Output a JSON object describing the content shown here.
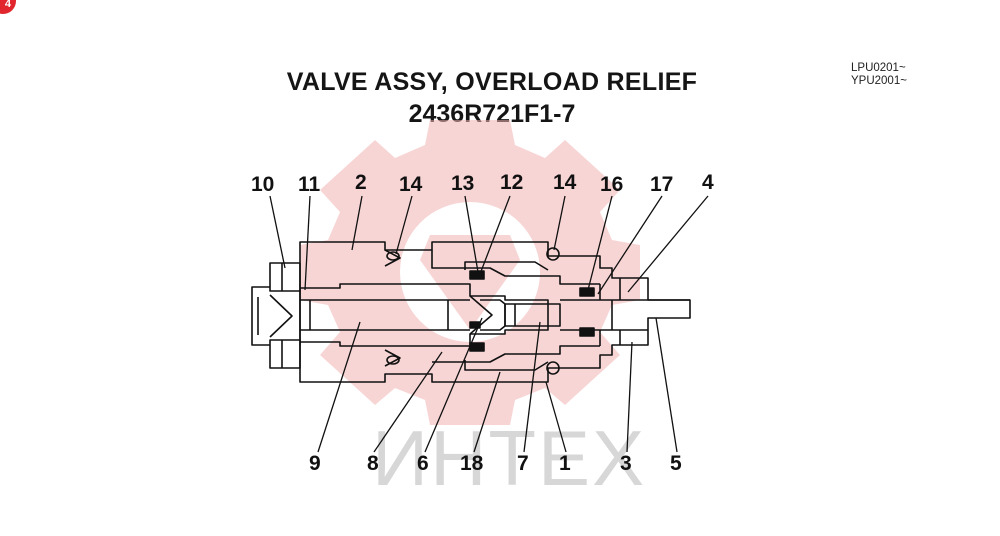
{
  "page": {
    "badge": "4"
  },
  "header": {
    "title": "VALVE ASSY, OVERLOAD RELIEF",
    "part_number": "2436R721F1-7",
    "serial_ranges": [
      "LPU0201~",
      "YPU2001~"
    ]
  },
  "watermark": {
    "text": "ИНТЕХ",
    "color": "#f3b3b3"
  },
  "callouts": {
    "top": [
      "10",
      "11",
      "2",
      "14",
      "13",
      "12",
      "14",
      "16",
      "17",
      "4"
    ],
    "bottom": [
      "9",
      "8",
      "6",
      "18",
      "7",
      "1",
      "3",
      "5"
    ]
  },
  "colors": {
    "line": "#111111",
    "badge": "#e1262e",
    "watermark_text": "#d7d7d7"
  }
}
